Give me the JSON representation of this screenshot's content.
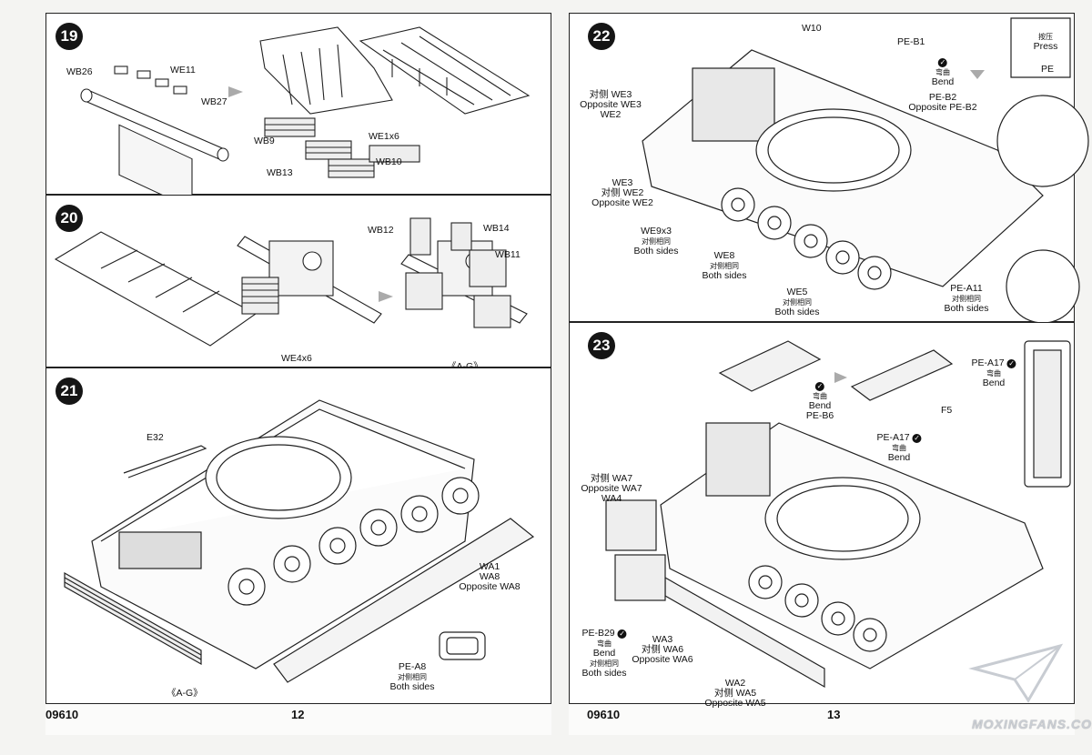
{
  "left_page": {
    "code": "09610",
    "page_number": "12",
    "steps": {
      "s19": {
        "number": "19",
        "labels": {
          "wb26": "WB26",
          "we11": "WE11",
          "wb27": "WB27",
          "wb9": "WB9",
          "we1x6": "WE1x6",
          "wb13": "WB13",
          "wb10": "WB10"
        }
      },
      "s20": {
        "number": "20",
        "labels": {
          "wb12": "WB12",
          "wb14": "WB14",
          "wb11": "WB11",
          "we4x6": "WE4x6",
          "ref": "《A-G》"
        }
      },
      "s21": {
        "number": "21",
        "labels": {
          "e32": "E32",
          "wa1": "WA1",
          "wa8": "WA8",
          "opp_wa8": "Opposite WA8",
          "pea8": "PE-A8",
          "both_cn": "对侧相同",
          "both": "Both sides",
          "ref": "《A-G》"
        }
      }
    }
  },
  "right_page": {
    "code": "09610",
    "page_number": "13",
    "steps": {
      "s22": {
        "number": "22",
        "labels": {
          "w10": "W10",
          "peb1": "PE-B1",
          "press_cn": "按压",
          "press": "Press",
          "pe": "PE",
          "bend_cn": "弯曲",
          "bend": "Bend",
          "peb2": "PE-B2",
          "opp_peb2": "Opposite PE-B2",
          "we3_cn": "对侧 WE3",
          "opp_we3": "Opposite WE3",
          "we2": "WE2",
          "we3": "WE3",
          "we2_cn": "对侧 WE2",
          "opp_we2": "Opposite WE2",
          "we9": "WE9x3",
          "both_cn": "对侧相同",
          "both": "Both sides",
          "we8": "WE8",
          "we5": "WE5",
          "pea11": "PE-A11"
        }
      },
      "s23": {
        "number": "23",
        "labels": {
          "pea17": "PE-A17",
          "bend_cn": "弯曲",
          "bend": "Bend",
          "f5": "F5",
          "peb6": "PE-B6",
          "wa7_cn": "对侧 WA7",
          "opp_wa7": "Opposite WA7",
          "wa4": "WA4",
          "peb29": "PE-B29",
          "both_cn": "对侧相同",
          "both": "Both sides",
          "wa3": "WA3",
          "wa6_cn": "对侧 WA6",
          "opp_wa6": "Opposite WA6",
          "wa2": "WA2",
          "wa5_cn": "对侧 WA5",
          "opp_wa5": "Opposite WA5"
        }
      }
    }
  },
  "watermark": "MOXINGFANS.COM"
}
